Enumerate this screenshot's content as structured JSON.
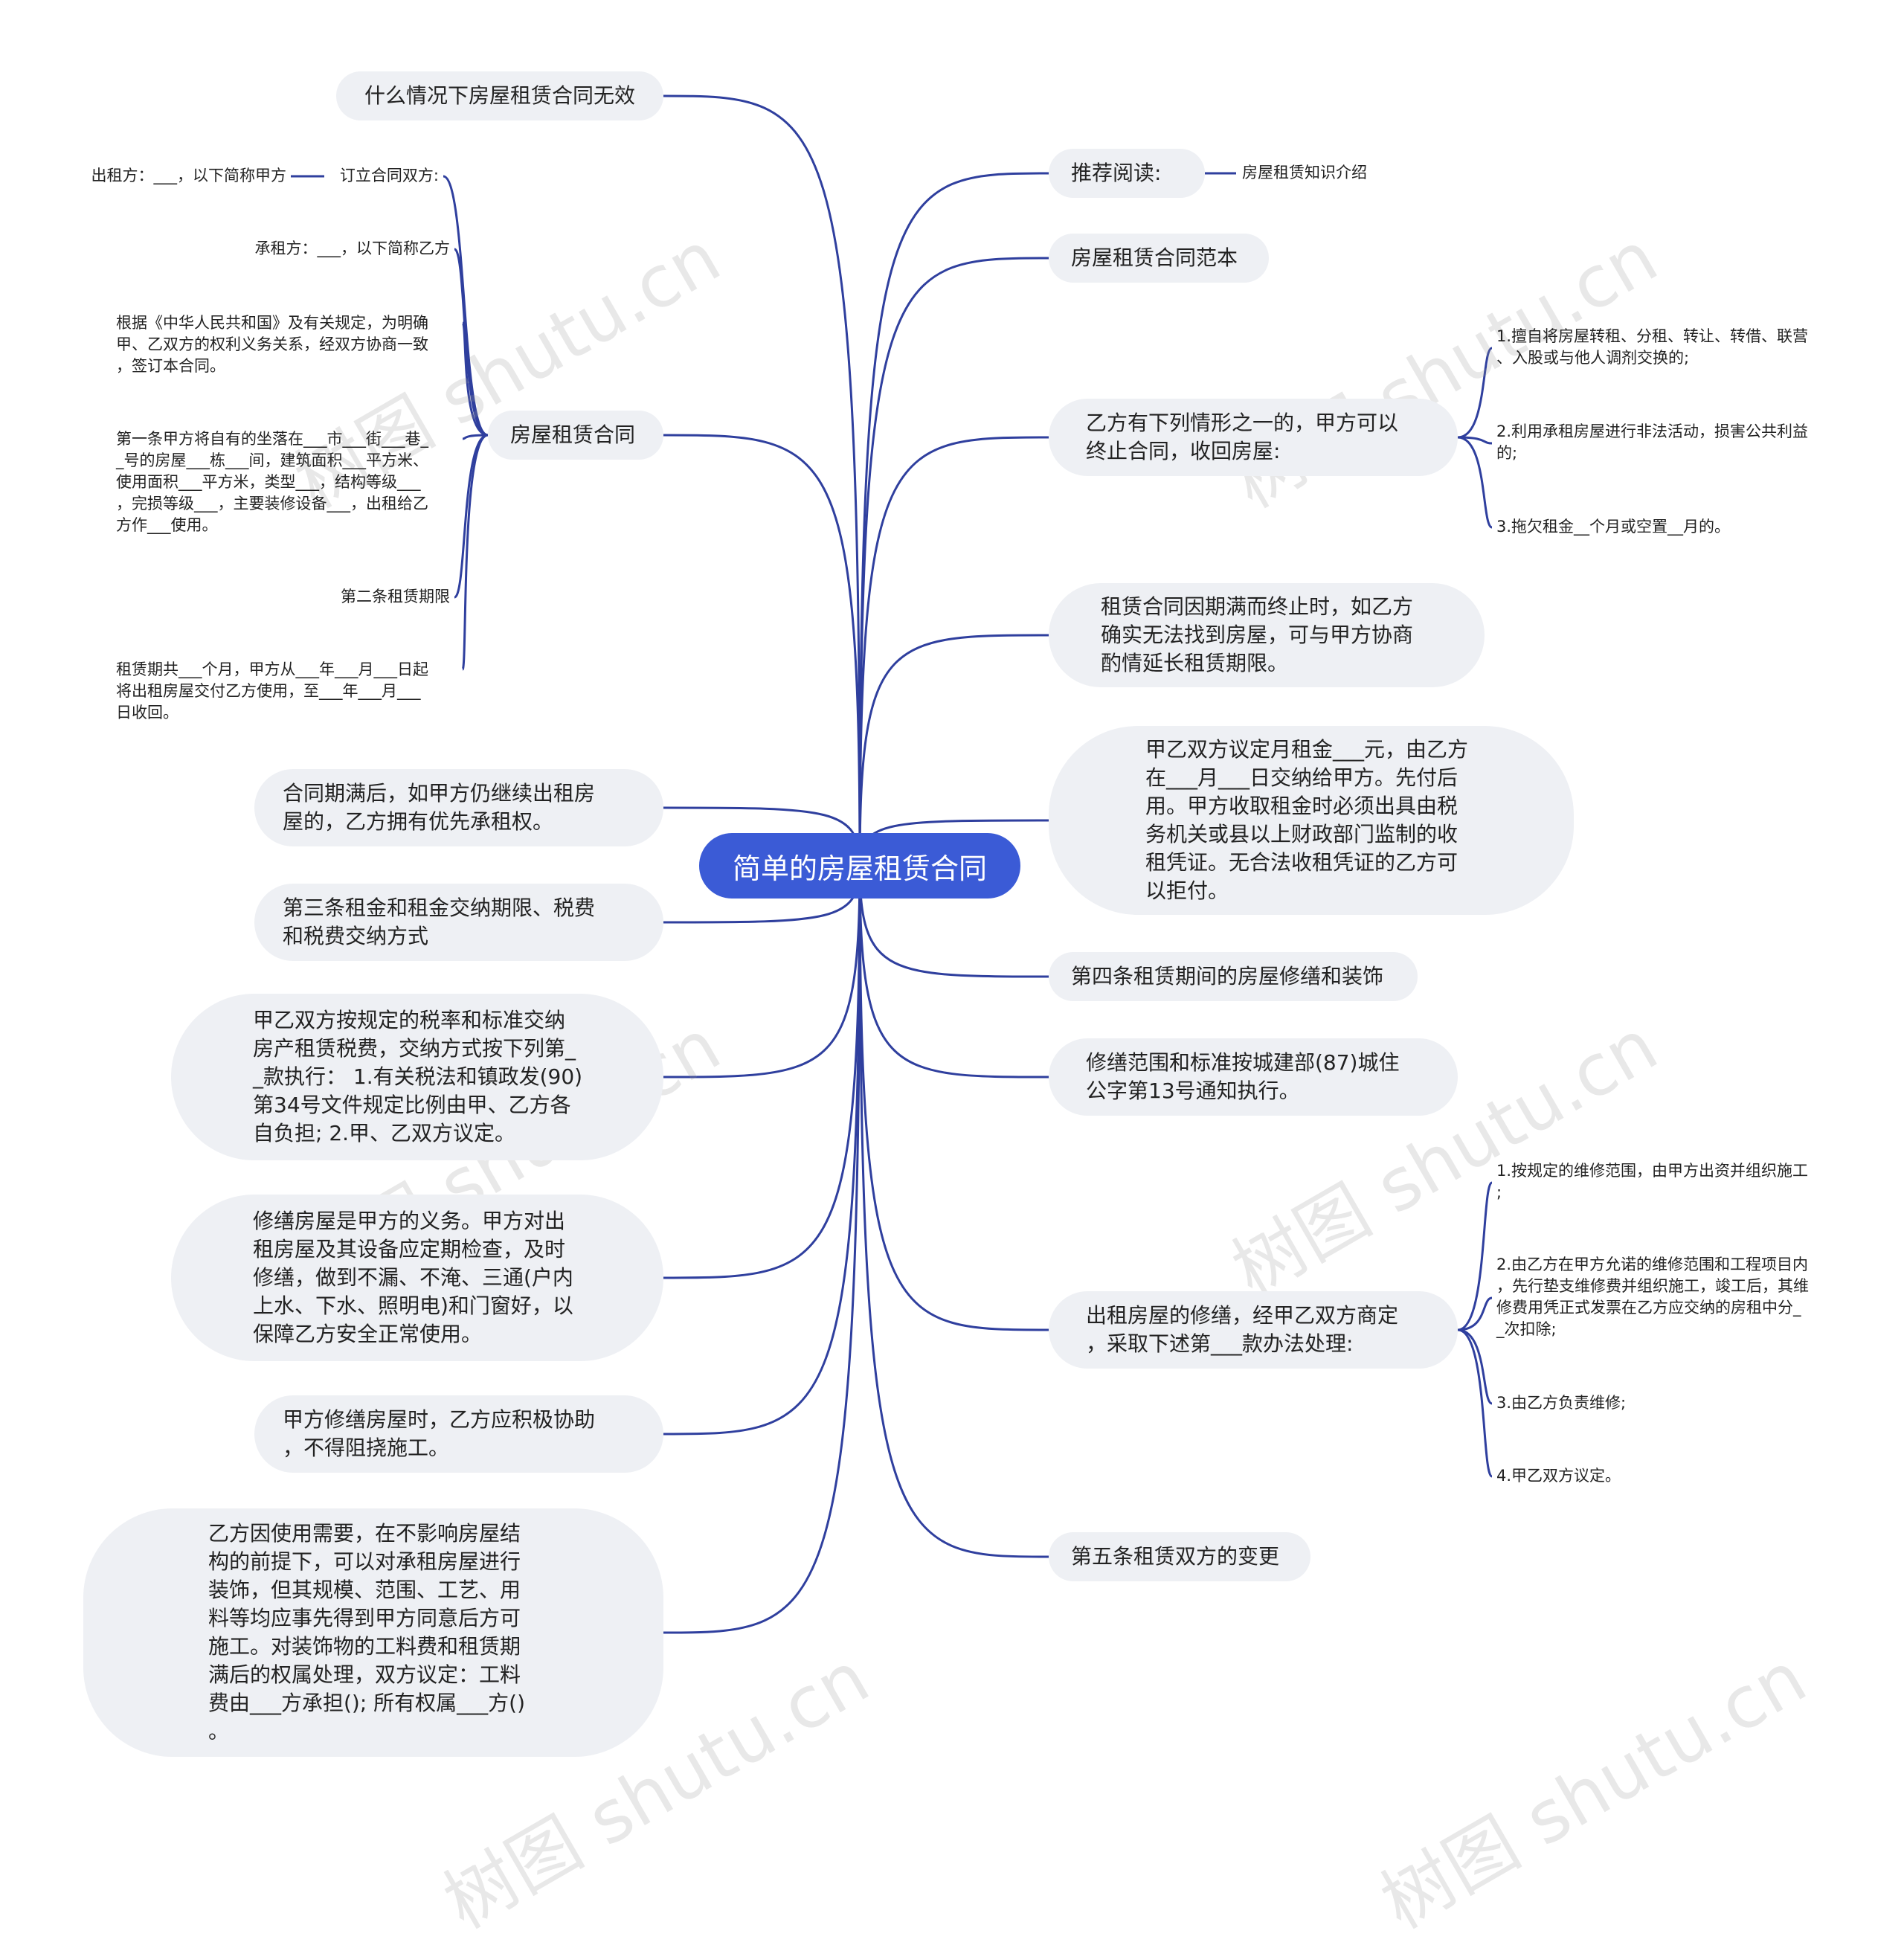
{
  "root": {
    "label": "简单的房屋租赁合同"
  },
  "left": [
    {
      "label": "什么情况下房屋租赁合同无效"
    },
    {
      "label": "房屋租赁合同",
      "children": [
        {
          "label": "订立合同双方:",
          "children": [
            {
              "label": "出租方：___，以下简称甲方"
            }
          ]
        },
        {
          "label": "承租方：___，以下简称乙方"
        },
        {
          "label": "根据《中华人民共和国》及有关规定，为明确\n甲、乙双方的权利义务关系，经双方协商一致\n，签订本合同。"
        },
        {
          "label": "第一条甲方将自有的坐落在___市___街___巷_\n_号的房屋___栋___间，建筑面积___平方米、\n使用面积___平方米，类型___，结构等级___\n，完损等级___，主要装修设备___，出租给乙\n方作___使用。"
        },
        {
          "label": "第二条租赁期限"
        },
        {
          "label": "租赁期共___个月，甲方从___年___月___日起\n将出租房屋交付乙方使用，至___年___月___\n日收回。"
        }
      ]
    },
    {
      "label": "合同期满后，如甲方仍继续出租房\n屋的，乙方拥有优先承租权。"
    },
    {
      "label": "第三条租金和租金交纳期限、税费\n和税费交纳方式"
    },
    {
      "label": "甲乙双方按规定的税率和标准交纳\n房产租赁税费，交纳方式按下列第_\n_款执行： 1.有关税法和镇政发(90)\n第34号文件规定比例由甲、乙方各\n自负担; 2.甲、乙双方议定。"
    },
    {
      "label": "修缮房屋是甲方的义务。甲方对出\n租房屋及其设备应定期检查，及时\n修缮，做到不漏、不淹、三通(户内\n上水、下水、照明电)和门窗好，以\n保障乙方安全正常使用。"
    },
    {
      "label": "甲方修缮房屋时，乙方应积极协助\n，不得阻挠施工。"
    },
    {
      "label": "乙方因使用需要，在不影响房屋结\n构的前提下，可以对承租房屋进行\n装饰，但其规模、范围、工艺、用\n料等均应事先得到甲方同意后方可\n施工。对装饰物的工料费和租赁期\n满后的权属处理，双方议定：工料\n费由___方承担(); 所有权属___方()\n。"
    }
  ],
  "right": [
    {
      "label": "推荐阅读:",
      "children": [
        {
          "label": "房屋租赁知识介绍"
        }
      ]
    },
    {
      "label": "房屋租赁合同范本"
    },
    {
      "label": "乙方有下列情形之一的，甲方可以\n终止合同，收回房屋:",
      "children": [
        {
          "label": "1.擅自将房屋转租、分租、转让、转借、联营\n、入股或与他人调剂交换的;"
        },
        {
          "label": "2.利用承租房屋进行非法活动，损害公共利益\n的;"
        },
        {
          "label": "3.拖欠租金__个月或空置__月的。"
        }
      ]
    },
    {
      "label": "租赁合同因期满而终止时，如乙方\n确实无法找到房屋，可与甲方协商\n酌情延长租赁期限。"
    },
    {
      "label": "甲乙双方议定月租金___元，由乙方\n在___月___日交纳给甲方。先付后\n用。甲方收取租金时必须出具由税\n务机关或县以上财政部门监制的收\n租凭证。无合法收租凭证的乙方可\n以拒付。"
    },
    {
      "label": "第四条租赁期间的房屋修缮和装饰"
    },
    {
      "label": "修缮范围和标准按城建部(87)城住\n公字第13号通知执行。"
    },
    {
      "label": "出租房屋的修缮，经甲乙双方商定\n，采取下述第___款办法处理:",
      "children": [
        {
          "label": "1.按规定的维修范围，由甲方出资并组织施工\n;"
        },
        {
          "label": "2.由乙方在甲方允诺的维修范围和工程项目内\n，先行垫支维修费并组织施工，竣工后，其维\n修费用凭正式发票在乙方应交纳的房租中分_\n_次扣除;"
        },
        {
          "label": "3.由乙方负责维修;"
        },
        {
          "label": "4.甲乙双方议定。"
        }
      ]
    },
    {
      "label": "第五条租赁双方的变更"
    }
  ],
  "watermark": "树图 shutu.cn",
  "colors": {
    "root_fill": "#3b5bd6",
    "link": "#2f3f9e",
    "node_fill": "#eef0f4"
  }
}
